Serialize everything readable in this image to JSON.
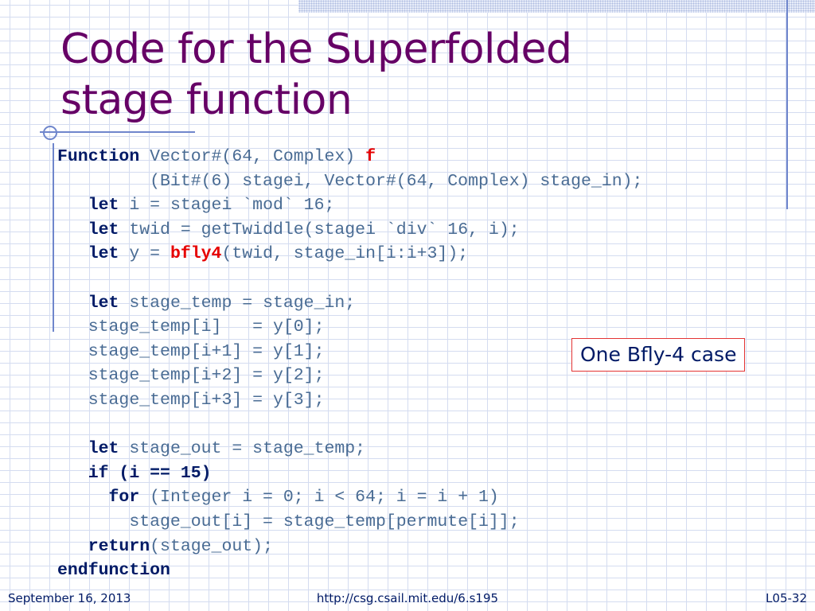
{
  "slide": {
    "title_line1": "Code for the Superfolded",
    "title_line2": "stage function",
    "code": {
      "l1_kw": "Function",
      "l1_a": " Vector#(64, Complex) ",
      "l1_f": "f",
      "l2": "         (Bit#(6) stagei, Vector#(64, Complex) stage_in);",
      "l3_kw": "let",
      "l3": " i = stagei `mod` 16;",
      "l4_kw": "let",
      "l4": " twid = getTwiddle(stagei `div` 16, i);",
      "l5_kw": "let",
      "l5_a": " y = ",
      "l5_fn": "bfly4",
      "l5_b": "(twid, stage_in[i:i+3]);",
      "l7_kw": "let",
      "l7": " stage_temp = stage_in;",
      "l8": "stage_temp[i]   = y[0];",
      "l9": "stage_temp[i+1] = y[1];",
      "l10": "stage_temp[i+2] = y[2];",
      "l11": "stage_temp[i+3] = y[3];",
      "l13_kw": "let",
      "l13": " stage_out = stage_temp;",
      "l14": "if (i == 15)",
      "l15_kw": "for",
      "l15": " (Integer i = 0; i < 64; i = i + 1)",
      "l16": "stage_out[i] = stage_temp[permute[i]];",
      "l17_kw": "return",
      "l17": "(stage_out);",
      "l18": "endfunction"
    },
    "callout": "One Bfly-4 case",
    "footer": {
      "date": "September 16, 2013",
      "url": "http://csg.csail.mit.edu/6.s195",
      "slide_number": "L05-32"
    }
  },
  "colors": {
    "title": "#660066",
    "keyword": "#001a66",
    "code_text": "#4a6c94",
    "highlight": "#e60000",
    "accent_lines": "#6f86cc"
  }
}
